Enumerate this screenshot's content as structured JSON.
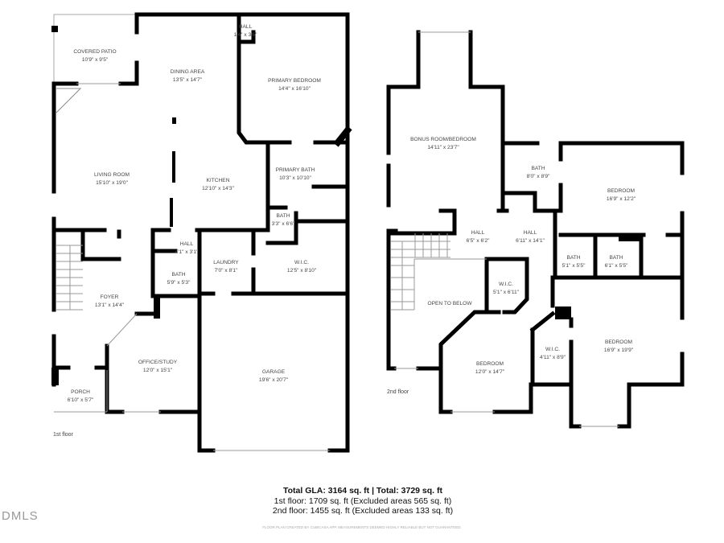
{
  "floors": [
    {
      "label": "1st floor",
      "rooms": [
        {
          "name": "COVERED PATIO",
          "dims": "10'9\" x 9'5\""
        },
        {
          "name": "DINING AREA",
          "dims": "13'5\" x 14'7\""
        },
        {
          "name": "HALL",
          "dims": "1'4\" x 3'6\""
        },
        {
          "name": "PRIMARY BEDROOM",
          "dims": "14'4\" x 16'10\""
        },
        {
          "name": "LIVING ROOM",
          "dims": "15'10\" x 19'0\""
        },
        {
          "name": "KITCHEN",
          "dims": "12'10\" x 14'3\""
        },
        {
          "name": "PRIMARY BATH",
          "dims": "10'3\" x 10'10\""
        },
        {
          "name": "BATH",
          "dims": "3'3\" x 6'6\""
        },
        {
          "name": "HALL",
          "dims": "4'1\" x 3'1\""
        },
        {
          "name": "BATH",
          "dims": "5'9\" x 5'3\""
        },
        {
          "name": "LAUNDRY",
          "dims": "7'0\" x 8'1\""
        },
        {
          "name": "W.I.C.",
          "dims": "12'5\" x 8'10\""
        },
        {
          "name": "FOYER",
          "dims": "13'1\" x 14'4\""
        },
        {
          "name": "OFFICE/STUDY",
          "dims": "12'0\" x 15'1\""
        },
        {
          "name": "GARAGE",
          "dims": "19'6\" x 20'7\""
        },
        {
          "name": "PORCH",
          "dims": "6'10\" x 5'7\""
        }
      ]
    },
    {
      "label": "2nd floor",
      "rooms": [
        {
          "name": "BONUS ROOM/BEDROOM",
          "dims": "14'11\" x 23'7\""
        },
        {
          "name": "BATH",
          "dims": "8'0\" x 8'9\""
        },
        {
          "name": "BEDROOM",
          "dims": "16'9\" x 12'2\""
        },
        {
          "name": "HALL",
          "dims": "6'5\" x 6'2\""
        },
        {
          "name": "HALL",
          "dims": "6'11\" x 14'1\""
        },
        {
          "name": "BATH",
          "dims": "5'1\" x 5'5\""
        },
        {
          "name": "BATH",
          "dims": "6'1\" x 5'5\""
        },
        {
          "name": "W.I.C.",
          "dims": "5'1\" x 6'11\""
        },
        {
          "name": "OPEN TO BELOW",
          "dims": ""
        },
        {
          "name": "BEDROOM",
          "dims": "12'0\" x 14'7\""
        },
        {
          "name": "W.I.C.",
          "dims": "4'11\" x 8'9\""
        },
        {
          "name": "BEDROOM",
          "dims": "16'9\" x 19'9\""
        }
      ]
    }
  ],
  "totals": {
    "headline": "Total GLA: 3164 sq. ft | Total: 3729 sq. ft",
    "first_floor": "1st floor: 1709 sq. ft (Excluded areas 565 sq. ft)",
    "second_floor": "2nd floor: 1455 sq. ft (Excluded areas 133 sq. ft)"
  },
  "credit": "FLOOR PLAN CREATED BY CUBICASA APP. MEASUREMENTS DEEMED HIGHLY RELIABLE BUT NOT GUARANTEED.",
  "logo": "DMLS",
  "colors": {
    "wall": "#000000",
    "thin_line": "#999999",
    "text": "#444444"
  }
}
